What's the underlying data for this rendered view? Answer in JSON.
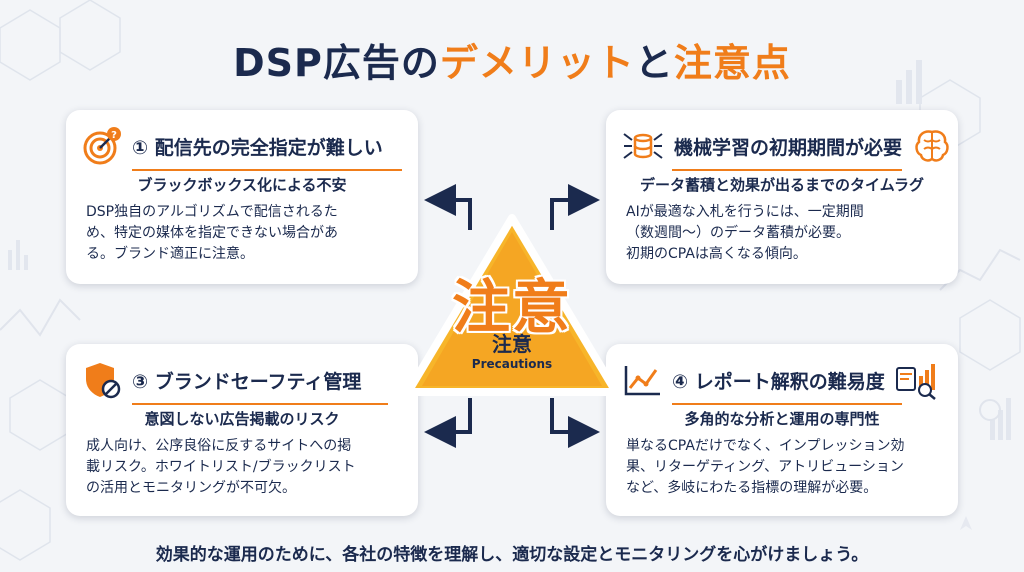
{
  "title": {
    "part1": "DSP広告の",
    "part2": "デメリット",
    "part3": "と",
    "part4": "注意点"
  },
  "cards": [
    {
      "heading": "① 配信先の完全指定が難しい",
      "subheading": "ブラックボックス化による不安",
      "lines": [
        "DSP独自のアルゴリズムで配信されるた",
        "め、特定の媒体を指定できない場合があ",
        "る。ブランド適正に注意。"
      ],
      "icon": "target-question-icon"
    },
    {
      "heading": "機械学習の初期期間が必要",
      "subheading": "データ蓄積と効果が出るまでのタイムラグ",
      "lines": [
        "AIが最適な入札を行うには、一定期間",
        "（数週間〜）のデータ蓄積が必要。",
        "初期のCPAは高くなる傾向。"
      ],
      "icon": "brain-icon"
    },
    {
      "heading": "③ ブランドセーフティ管理",
      "subheading": "意図しない広告掲載のリスク",
      "lines": [
        "成人向け、公序良俗に反するサイトへの掲",
        "載リスク。ホワイトリスト/ブラックリスト",
        "の活用とモニタリングが不可欠。"
      ],
      "icon": "shield-block-icon"
    },
    {
      "heading": "④ レポート解釈の難易度",
      "subheading": "多角的な分析と運用の専門性",
      "lines": [
        "単なるCPAだけでなく、インプレッション効",
        "果、リターゲティング、アトリビューション",
        "など、多岐にわたる指標の理解が必要。"
      ],
      "icon": "chart-analysis-icon"
    }
  ],
  "center": {
    "big": "注意",
    "small": "注意",
    "english": "Precautions"
  },
  "footer": "効果的な運用のために、各社の特徴を理解し、適切な設定とモニタリングを心がけましょう。",
  "colors": {
    "navy": "#1b2a4e",
    "orange": "#f07d1a",
    "warning_yellow": "#f7b52a"
  }
}
